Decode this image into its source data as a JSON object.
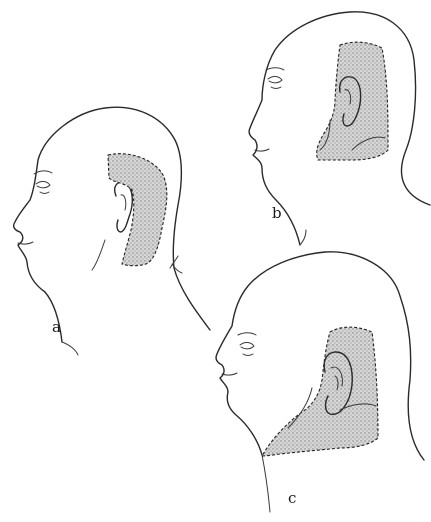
{
  "figure": {
    "panels": [
      {
        "id": "a",
        "label": "a"
      },
      {
        "id": "b",
        "label": "b"
      },
      {
        "id": "c",
        "label": "c"
      }
    ]
  },
  "colors": {
    "line": "#2a2a2a",
    "stipple_fill": "#cfcfcf",
    "stipple_dot": "#7a7a7a",
    "background": "#ffffff"
  }
}
